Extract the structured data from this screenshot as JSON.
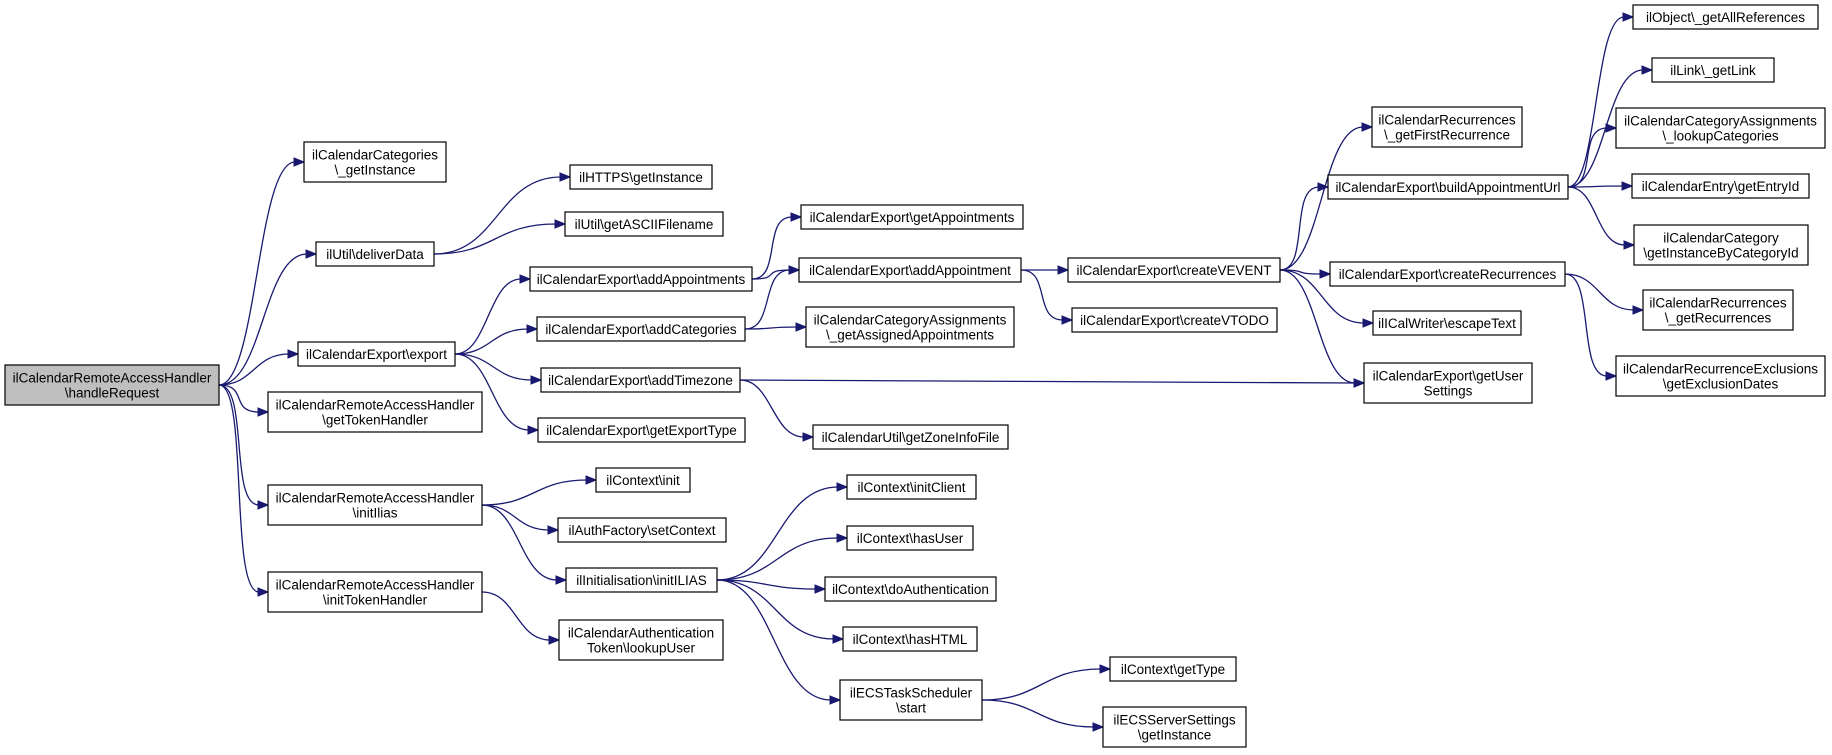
{
  "graph": {
    "title": "",
    "colors": {
      "node_fill": "#ffffff",
      "root_fill": "#bfbfbf",
      "node_border": "#000000",
      "edge": "#191970",
      "text": "#000000"
    },
    "nodes": [
      {
        "id": "root",
        "lines": [
          "ilCalendarRemoteAccessHandler",
          "\\handleRequest"
        ],
        "root": true
      },
      {
        "id": "cat_inst",
        "lines": [
          "ilCalendarCategories",
          "\\_getInstance"
        ]
      },
      {
        "id": "deliver",
        "lines": [
          "ilUtil\\deliverData"
        ]
      },
      {
        "id": "https",
        "lines": [
          "ilHTTPS\\getInstance"
        ]
      },
      {
        "id": "ascii",
        "lines": [
          "ilUtil\\getASCIIFilename"
        ]
      },
      {
        "id": "export",
        "lines": [
          "ilCalendarExport\\export"
        ]
      },
      {
        "id": "gettoken",
        "lines": [
          "ilCalendarRemoteAccessHandler",
          "\\getTokenHandler"
        ]
      },
      {
        "id": "initilias_h",
        "lines": [
          "ilCalendarRemoteAccessHandler",
          "\\initIlias"
        ]
      },
      {
        "id": "inittoken",
        "lines": [
          "ilCalendarRemoteAccessHandler",
          "\\initTokenHandler"
        ]
      },
      {
        "id": "addappts",
        "lines": [
          "ilCalendarExport\\addAppointments"
        ]
      },
      {
        "id": "addcats",
        "lines": [
          "ilCalendarExport\\addCategories"
        ]
      },
      {
        "id": "addtz",
        "lines": [
          "ilCalendarExport\\addTimezone"
        ]
      },
      {
        "id": "exporttype",
        "lines": [
          "ilCalendarExport\\getExportType"
        ]
      },
      {
        "id": "getappts",
        "lines": [
          "ilCalendarExport\\getAppointments"
        ]
      },
      {
        "id": "addappt",
        "lines": [
          "ilCalendarExport\\addAppointment"
        ]
      },
      {
        "id": "assigned",
        "lines": [
          "ilCalendarCategoryAssignments",
          "\\_getAssignedAppointments"
        ]
      },
      {
        "id": "zoneinfo",
        "lines": [
          "ilCalendarUtil\\getZoneInfoFile"
        ]
      },
      {
        "id": "vevent",
        "lines": [
          "ilCalendarExport\\createVEVENT"
        ]
      },
      {
        "id": "vtodo",
        "lines": [
          "ilCalendarExport\\createVTODO"
        ]
      },
      {
        "id": "firstrec",
        "lines": [
          "ilCalendarRecurrences",
          "\\_getFirstRecurrence"
        ]
      },
      {
        "id": "buildurl",
        "lines": [
          "ilCalendarExport\\buildAppointmentUrl"
        ]
      },
      {
        "id": "createrec",
        "lines": [
          "ilCalendarExport\\createRecurrences"
        ]
      },
      {
        "id": "escape",
        "lines": [
          "ilICalWriter\\escapeText"
        ]
      },
      {
        "id": "usersettings",
        "lines": [
          "ilCalendarExport\\getUser",
          "Settings"
        ]
      },
      {
        "id": "allrefs",
        "lines": [
          "ilObject\\_getAllReferences"
        ]
      },
      {
        "id": "getlink",
        "lines": [
          "ilLink\\_getLink"
        ]
      },
      {
        "id": "lookupcats",
        "lines": [
          "ilCalendarCategoryAssignments",
          "\\_lookupCategories"
        ]
      },
      {
        "id": "entryid",
        "lines": [
          "ilCalendarEntry\\getEntryId"
        ]
      },
      {
        "id": "bycatid",
        "lines": [
          "ilCalendarCategory",
          "\\getInstanceByCategoryId"
        ]
      },
      {
        "id": "getrecs",
        "lines": [
          "ilCalendarRecurrences",
          "\\_getRecurrences"
        ]
      },
      {
        "id": "exclusions",
        "lines": [
          "ilCalendarRecurrenceExclusions",
          "\\getExclusionDates"
        ]
      },
      {
        "id": "ctxinit",
        "lines": [
          "ilContext\\init"
        ]
      },
      {
        "id": "authfactory",
        "lines": [
          "ilAuthFactory\\setContext"
        ]
      },
      {
        "id": "initILIAS",
        "lines": [
          "ilInitialisation\\initILIAS"
        ]
      },
      {
        "id": "initclient",
        "lines": [
          "ilContext\\initClient"
        ]
      },
      {
        "id": "hasuser",
        "lines": [
          "ilContext\\hasUser"
        ]
      },
      {
        "id": "doauth",
        "lines": [
          "ilContext\\doAuthentication"
        ]
      },
      {
        "id": "hashtml",
        "lines": [
          "ilContext\\hasHTML"
        ]
      },
      {
        "id": "ecsstart",
        "lines": [
          "ilECSTaskScheduler",
          "\\start"
        ]
      },
      {
        "id": "gettype",
        "lines": [
          "ilContext\\getType"
        ]
      },
      {
        "id": "ecsserver",
        "lines": [
          "ilECSServerSettings",
          "\\getInstance"
        ]
      },
      {
        "id": "lookupuser",
        "lines": [
          "ilCalendarAuthentication",
          "Token\\lookupUser"
        ]
      }
    ],
    "edges": [
      {
        "from": "root",
        "to": "cat_inst"
      },
      {
        "from": "root",
        "to": "deliver"
      },
      {
        "from": "root",
        "to": "export"
      },
      {
        "from": "root",
        "to": "gettoken"
      },
      {
        "from": "root",
        "to": "initilias_h"
      },
      {
        "from": "root",
        "to": "inittoken"
      },
      {
        "from": "deliver",
        "to": "https"
      },
      {
        "from": "deliver",
        "to": "ascii"
      },
      {
        "from": "export",
        "to": "addappts"
      },
      {
        "from": "export",
        "to": "addcats"
      },
      {
        "from": "export",
        "to": "addtz"
      },
      {
        "from": "export",
        "to": "exporttype"
      },
      {
        "from": "addappts",
        "to": "getappts"
      },
      {
        "from": "addappts",
        "to": "addappt"
      },
      {
        "from": "addcats",
        "to": "addappt"
      },
      {
        "from": "addcats",
        "to": "assigned"
      },
      {
        "from": "addtz",
        "to": "usersettings"
      },
      {
        "from": "addtz",
        "to": "zoneinfo"
      },
      {
        "from": "addappt",
        "to": "vevent"
      },
      {
        "from": "addappt",
        "to": "vtodo"
      },
      {
        "from": "vevent",
        "to": "firstrec"
      },
      {
        "from": "vevent",
        "to": "buildurl"
      },
      {
        "from": "vevent",
        "to": "createrec"
      },
      {
        "from": "vevent",
        "to": "escape"
      },
      {
        "from": "vevent",
        "to": "usersettings"
      },
      {
        "from": "buildurl",
        "to": "allrefs"
      },
      {
        "from": "buildurl",
        "to": "getlink"
      },
      {
        "from": "buildurl",
        "to": "lookupcats"
      },
      {
        "from": "buildurl",
        "to": "entryid"
      },
      {
        "from": "buildurl",
        "to": "bycatid"
      },
      {
        "from": "createrec",
        "to": "getrecs"
      },
      {
        "from": "createrec",
        "to": "exclusions"
      },
      {
        "from": "initilias_h",
        "to": "ctxinit"
      },
      {
        "from": "initilias_h",
        "to": "authfactory"
      },
      {
        "from": "initilias_h",
        "to": "initILIAS"
      },
      {
        "from": "initILIAS",
        "to": "initclient"
      },
      {
        "from": "initILIAS",
        "to": "hasuser"
      },
      {
        "from": "initILIAS",
        "to": "doauth"
      },
      {
        "from": "initILIAS",
        "to": "hashtml"
      },
      {
        "from": "initILIAS",
        "to": "ecsstart"
      },
      {
        "from": "ecsstart",
        "to": "gettype"
      },
      {
        "from": "ecsstart",
        "to": "ecsserver"
      },
      {
        "from": "inittoken",
        "to": "lookupuser"
      }
    ]
  }
}
